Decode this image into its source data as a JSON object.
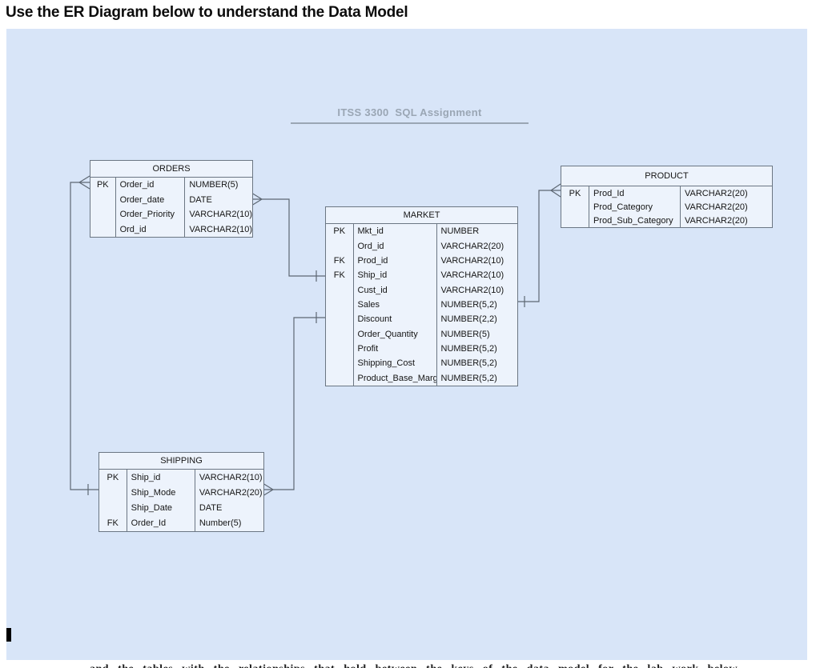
{
  "page": {
    "heading": "Use the ER Diagram below to understand the Data Model",
    "bottom_partial_text": "and the tables with the relationships that hold between the keys of the data model for the lab work below"
  },
  "diagram": {
    "title": "ITSS 3300  SQL Assignment",
    "colors": {
      "canvas_bg": "#d8e5f8",
      "table_bg": "#edf3fc",
      "table_border": "#6b7683",
      "wire": "#5d6773",
      "title_text": "#9aa6b4"
    },
    "tables": {
      "orders": {
        "title": "ORDERS",
        "rows": [
          {
            "k": "PK",
            "f": "Order_id",
            "t": "NUMBER(5)"
          },
          {
            "k": "",
            "f": "Order_date",
            "t": "DATE"
          },
          {
            "k": "",
            "f": "Order_Priority",
            "t": "VARCHAR2(10)"
          },
          {
            "k": "",
            "f": "Ord_id",
            "t": "VARCHAR2(10)"
          }
        ]
      },
      "market": {
        "title": "MARKET",
        "rows": [
          {
            "k": "PK",
            "f": "Mkt_id",
            "t": "NUMBER"
          },
          {
            "k": "",
            "f": "Ord_id",
            "t": "VARCHAR2(20)"
          },
          {
            "k": "FK",
            "f": "Prod_id",
            "t": "VARCHAR2(10)"
          },
          {
            "k": "FK",
            "f": "Ship_id",
            "t": "VARCHAR2(10)"
          },
          {
            "k": "",
            "f": "Cust_id",
            "t": "VARCHAR2(10)"
          },
          {
            "k": "",
            "f": "Sales",
            "t": "NUMBER(5,2)"
          },
          {
            "k": "",
            "f": "Discount",
            "t": "NUMBER(2,2)"
          },
          {
            "k": "",
            "f": "Order_Quantity",
            "t": "NUMBER(5)"
          },
          {
            "k": "",
            "f": "Profit",
            "t": "NUMBER(5,2)"
          },
          {
            "k": "",
            "f": "Shipping_Cost",
            "t": "NUMBER(5,2)"
          },
          {
            "k": "",
            "f": "Product_Base_Margin",
            "t": "NUMBER(5,2)"
          }
        ]
      },
      "shipping": {
        "title": "SHIPPING",
        "rows": [
          {
            "k": "PK",
            "f": "Ship_id",
            "t": "VARCHAR2(10)"
          },
          {
            "k": "",
            "f": "Ship_Mode",
            "t": "VARCHAR2(20)"
          },
          {
            "k": "",
            "f": "Ship_Date",
            "t": "DATE"
          },
          {
            "k": "FK",
            "f": "Order_Id",
            "t": "Number(5)"
          }
        ]
      },
      "product": {
        "title": "PRODUCT",
        "rows": [
          {
            "k": "PK",
            "f": "Prod_Id",
            "t": "VARCHAR2(20)"
          },
          {
            "k": "",
            "f": "Prod_Category",
            "t": "VARCHAR2(20)"
          },
          {
            "k": "",
            "f": "Prod_Sub_Category",
            "t": "VARCHAR2(20)"
          }
        ]
      }
    },
    "relationships": [
      {
        "from": "SHIPPING",
        "from_end": "one",
        "to": "ORDERS",
        "to_end": "many"
      },
      {
        "from": "MARKET",
        "from_end": "one",
        "to": "ORDERS",
        "to_end": "many"
      },
      {
        "from": "MARKET",
        "from_end": "one",
        "to": "SHIPPING",
        "to_end": "many"
      },
      {
        "from": "MARKET",
        "from_end": "one",
        "to": "PRODUCT",
        "to_end": "many"
      }
    ]
  }
}
